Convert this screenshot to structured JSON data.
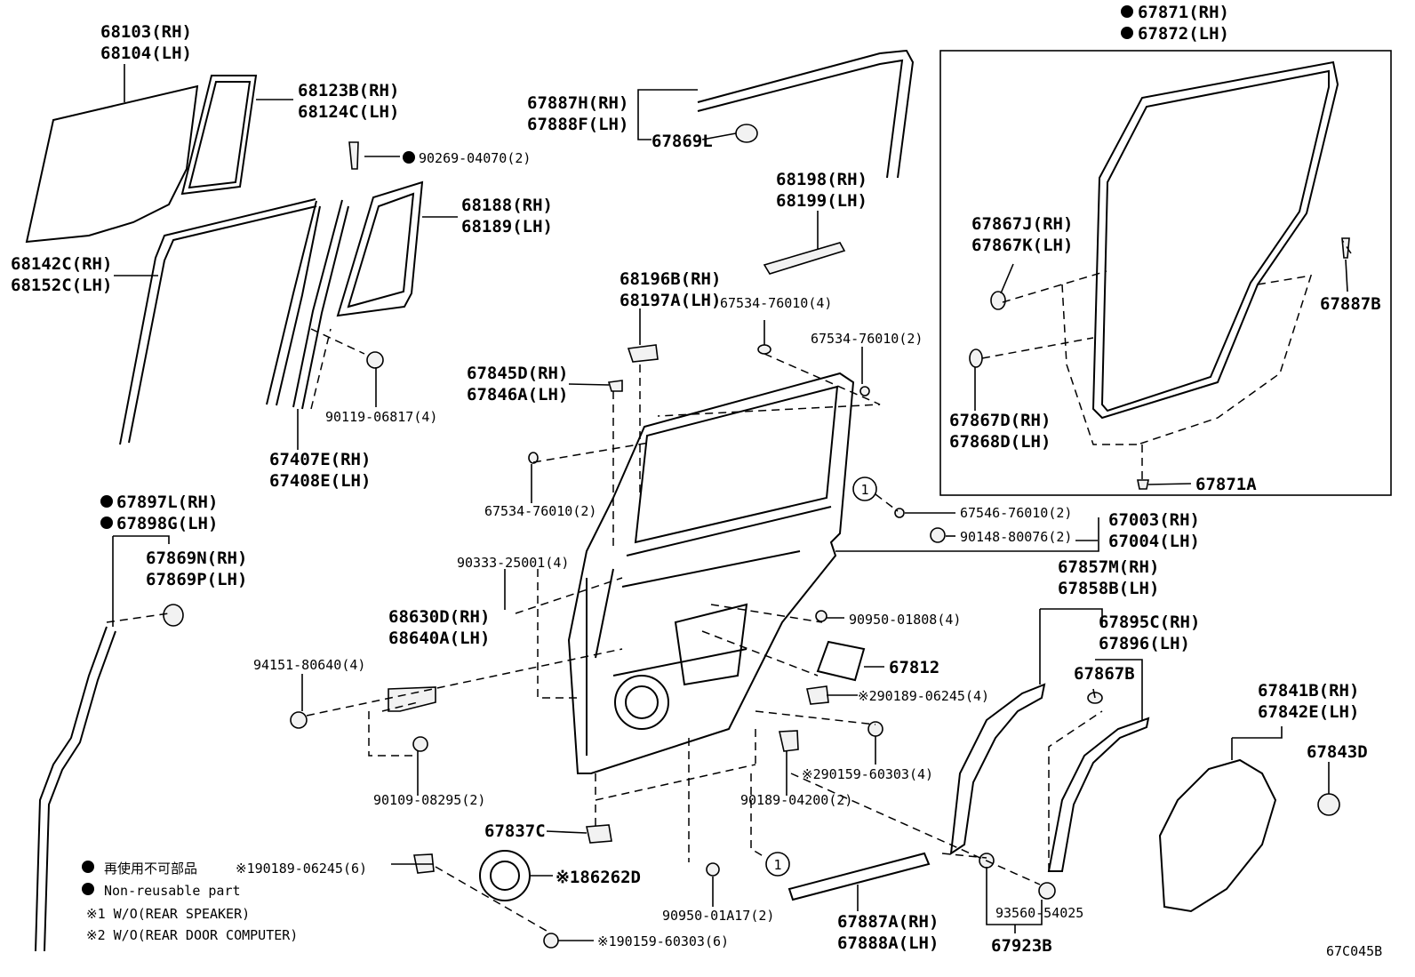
{
  "diagram_id": "67C045B",
  "colors": {
    "ink": "#000000",
    "paper": "#ffffff"
  },
  "labels": {
    "p68103": "68103(RH)",
    "p68104": "68104(LH)",
    "p68123B": "68123B(RH)",
    "p68124C": "68124C(LH)",
    "p90269": "90269-04070(2)",
    "p68188": "68188(RH)",
    "p68189": "68189(LH)",
    "p68142C": "68142C(RH)",
    "p68152C": "68152C(LH)",
    "p90119": "90119-06817(4)",
    "p67407E": "67407E(RH)",
    "p67408E": "67408E(LH)",
    "p67887H": "67887H(RH)",
    "p67888F": "67888F(LH)",
    "p67869L": "67869L",
    "p68198": "68198(RH)",
    "p68199": "68199(LH)",
    "p68196B": "68196B(RH)",
    "p68197A": "68197A(LH)",
    "p67534a": "67534-76010(4)",
    "p67534b": "67534-76010(2)",
    "p67534c": "67534-76010(2)",
    "p67845D": "67845D(RH)",
    "p67846A": "67846A(LH)",
    "p67871": "67871(RH)",
    "p67872": "67872(LH)",
    "p67867J": "67867J(RH)",
    "p67867K": "67867K(LH)",
    "p67887B": "67887B",
    "p67867D": "67867D(RH)",
    "p67868D": "67868D(LH)",
    "p67871A": "67871A",
    "p67546": "67546-76010(2)",
    "p90148": "90148-80076(2)",
    "p67003": "67003(RH)",
    "p67004": "67004(LH)",
    "p67857M": "67857M(RH)",
    "p67858B": "67858B(LH)",
    "p67895C": "67895C(RH)",
    "p67896": "67896(LH)",
    "p67867B": "67867B",
    "p67897L": "67897L(RH)",
    "p67898G": "67898G(LH)",
    "p67869N": "67869N(RH)",
    "p67869P": "67869P(LH)",
    "p90333": "90333-25001(4)",
    "p68630D": "68630D(RH)",
    "p68640A": "68640A(LH)",
    "p94151": "94151-80640(4)",
    "p90950a": "90950-01808(4)",
    "p67812": "67812",
    "p90189a": "※290189-06245(4)",
    "p90159a": "※290159-60303(4)",
    "p90189b": "90189-04200(2)",
    "p90109": "90109-08295(2)",
    "p67837C": "67837C",
    "p86262D": "※186262D",
    "p90950b": "90950-01A17(2)",
    "p67887A": "67887A(RH)",
    "p67888A": "67888A(LH)",
    "p93560": "93560-54025",
    "p67923B": "67923B",
    "p67841B": "67841B(RH)",
    "p67842E": "67842E(LH)",
    "p67843D": "67843D",
    "p90189c": "※190189-06245(6)",
    "p90159b": "※190159-60303(6)",
    "ref1a": "1",
    "ref1b": "1"
  },
  "legend": {
    "nonreusable_jp": "再使用不可部品",
    "nonreusable_en": "Non-reusable part",
    "note1": "※1 W/O(REAR SPEAKER)",
    "note2": "※2 W/O(REAR DOOR COMPUTER)"
  }
}
